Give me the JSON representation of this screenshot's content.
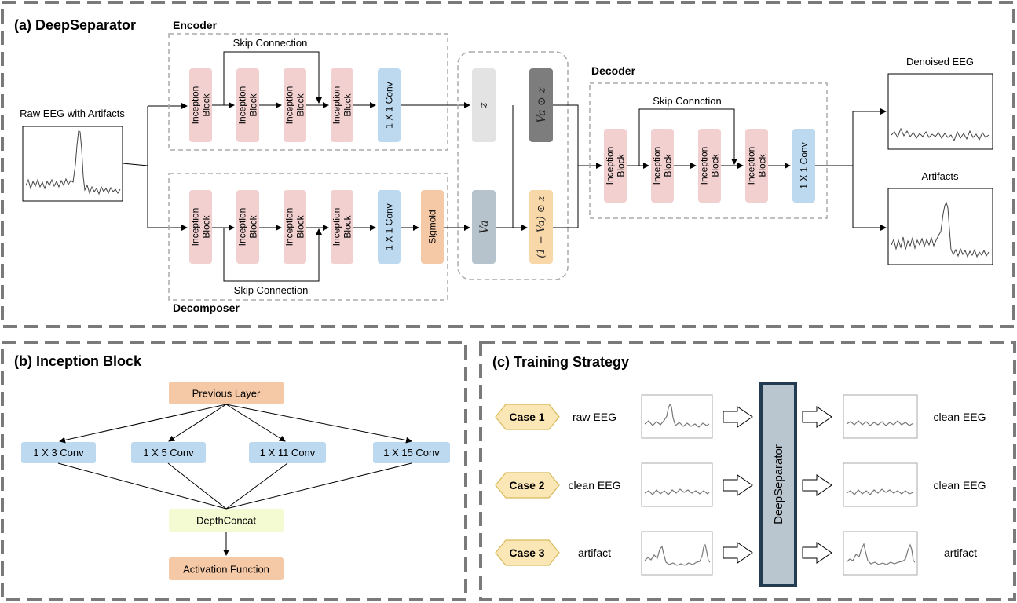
{
  "panels": {
    "a_title": "(a) DeepSeparator",
    "b_title": "(b) Inception Block",
    "c_title": "(c) Training Strategy"
  },
  "deepseparator": {
    "raw_input_label": "Raw EEG with Artifacts",
    "encoder_label": "Encoder",
    "decomposer_label": "Decomposer",
    "decoder_label": "Decoder",
    "inception_block_label": [
      "Inception",
      "Block"
    ],
    "conv_label": "1 X 1 Conv",
    "sigmoid_label": "Sigmoid",
    "skip_connection_label": "Skip Connection",
    "decoder_skip_label": "Skip Connction",
    "z_label": "z",
    "va_label": "Va",
    "va_z_label": "Va ⊙ z",
    "one_minus_va_z_label": "(1 − Va) ⊙ z",
    "denoised_output_label": "Denoised EEG",
    "artifacts_output_label": "Artifacts",
    "colors": {
      "inception": "#f2d0d0",
      "conv": "#bcd9ef",
      "sigmoid": "#f6c9a6",
      "z": "#e3e3e3",
      "va": "#b7c3cc",
      "va_z": "#7d7d7d",
      "one_minus": "#f8d7a8"
    }
  },
  "inception_block": {
    "previous_layer": "Previous Layer",
    "convs": [
      "1 X 3 Conv",
      "1 X 5 Conv",
      "1 X 11 Conv",
      "1 X 15 Conv"
    ],
    "concat": "DepthConcat",
    "activation": "Activation Function",
    "colors": {
      "prev": "#f6c9a6",
      "conv": "#bcd9ef",
      "concat": "#f4fad2",
      "activation": "#f6c9a6"
    }
  },
  "training_strategy": {
    "model_label": "DeepSeparator",
    "cases": [
      {
        "case": "Case 1",
        "input": "raw EEG",
        "output": "clean EEG"
      },
      {
        "case": "Case 2",
        "input": "clean EEG",
        "output": "clean EEG"
      },
      {
        "case": "Case 3",
        "input": "artifact",
        "output": "artifact"
      }
    ],
    "colors": {
      "case_fill": "#fbe6b5",
      "case_stroke": "#d8b95a",
      "model_fill": "#b9c6cf",
      "model_stroke": "#233c52"
    }
  }
}
